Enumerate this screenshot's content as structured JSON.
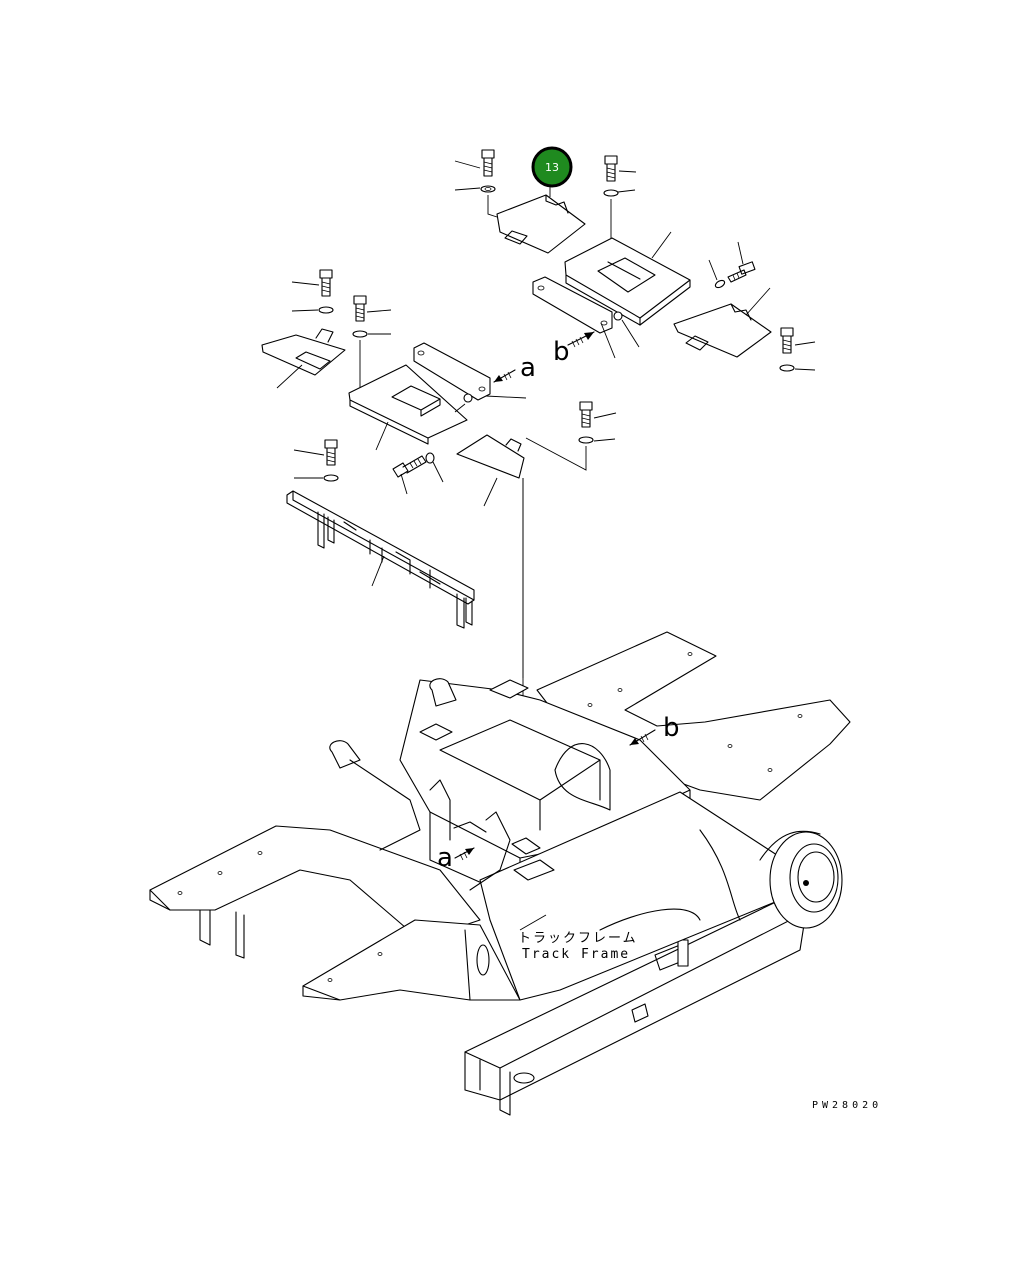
{
  "callout": {
    "number": "13",
    "fill": "#1f8a1f",
    "ring": "#000000"
  },
  "reference_letters": {
    "a": "a",
    "b": "b"
  },
  "caption": {
    "japanese": "トラックフレーム",
    "english": "Track Frame"
  },
  "drawing_code": "PW28020"
}
